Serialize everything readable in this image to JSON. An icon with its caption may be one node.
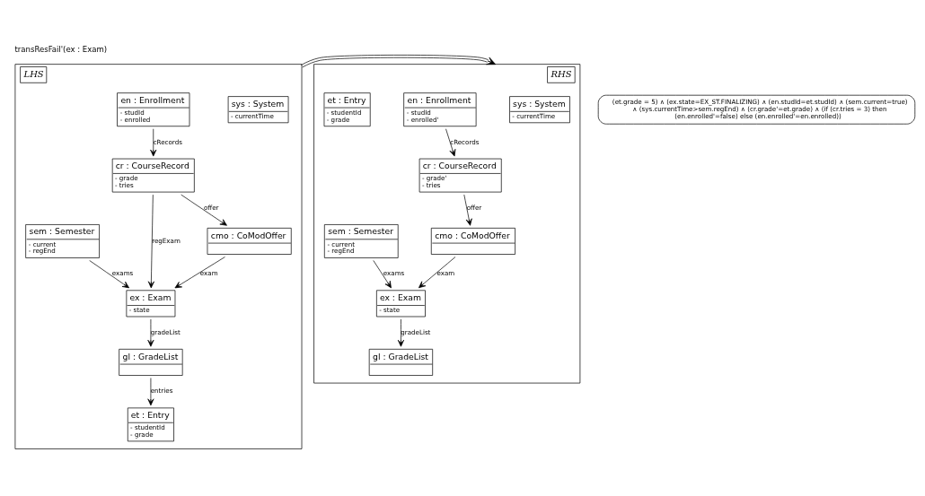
{
  "diagram": {
    "title": "transResFail'(ex : Exam)",
    "nodes": [
      {
        "text": [
          "LHS"
        ]
      },
      {
        "text": [
          "sys : System",
          "- currentTime"
        ],
        "in": 0
      },
      {
        "text": [
          "en : Enrollment",
          "- studId",
          "- enrolled"
        ],
        "in": 0
      },
      {
        "text": [
          "sem : Semester",
          "- current",
          "- regEnd"
        ],
        "in": 0
      },
      {
        "text": [
          "cr : CourseRecord",
          "- grade",
          "- tries"
        ],
        "in": 0
      },
      {
        "text": [
          "ex : Exam",
          "- state"
        ],
        "in": 0
      },
      {
        "text": [
          "cmo : CoModOffer"
        ],
        "in": 0
      },
      {
        "text": [
          "gl : GradeList"
        ],
        "in": 0
      },
      {
        "text": [
          "et : Entry",
          "- studentId",
          "- grade"
        ],
        "in": 0
      },
      {
        "text": [
          "RHS"
        ]
      },
      {
        "text": [
          "sys : System",
          "- currentTime"
        ],
        "in": 9
      },
      {
        "text": [
          "en : Enrollment",
          "- studId",
          "- enrolled'"
        ],
        "in": 9
      },
      {
        "text": [
          "sem : Semester",
          "- current",
          "- regEnd"
        ],
        "in": 9
      },
      {
        "text": [
          "cr : CourseRecord",
          "- grade'",
          "- tries"
        ],
        "in": 9
      },
      {
        "text": [
          "ex : Exam",
          "- state"
        ],
        "in": 9
      },
      {
        "text": [
          "cmo : CoModOffer"
        ],
        "in": 9
      },
      {
        "text": [
          "gl : GradeList"
        ],
        "in": 9
      },
      {
        "text": [
          "et : Entry",
          "- studentId",
          "- grade"
        ],
        "in": 9
      },
      {
        "text": [
          "(et.grade = 5) ∧ (ex.state=EX_ST.FINALIZING) ∧ (en.studId=et.studId) ∧ (sem.current=true) ∧ (sys.currentTime>sem.regEnd) ∧ (cr.grade'=et.grade) ∧ (if (cr.tries = 3) then (en.enrolled'=false) else (en.enrolled'=en.enrolled))"
        ]
      }
    ],
    "edges": [
      {
        "from": 2,
        "to": 4,
        "arrow": "to",
        "label": "cRecords"
      },
      {
        "from": 4,
        "to": 5,
        "arrow": "to",
        "label": "regExam"
      },
      {
        "from": 3,
        "to": 5,
        "arrow": "to",
        "label": "exams"
      },
      {
        "from": 4,
        "to": 6,
        "arrow": "to",
        "label": "offer"
      },
      {
        "from": 6,
        "to": 5,
        "arrow": "to",
        "label": "exam"
      },
      {
        "from": 5,
        "to": 7,
        "arrow": "to",
        "label": "gradeList"
      },
      {
        "from": 7,
        "to": 8,
        "arrow": "to",
        "label": "entries"
      },
      {
        "from": 11,
        "to": 13,
        "arrow": "to",
        "label": "cRecords"
      },
      {
        "from": 12,
        "to": 14,
        "arrow": "to",
        "label": "exams"
      },
      {
        "from": 13,
        "to": 15,
        "arrow": "to",
        "label": "offer"
      },
      {
        "from": 15,
        "to": 14,
        "arrow": "to",
        "label": "exam"
      },
      {
        "from": 14,
        "to": 16,
        "arrow": "to",
        "label": "gradeList"
      },
      {
        "from": 0,
        "to": 9,
        "arrow": "to"
      }
    ]
  }
}
